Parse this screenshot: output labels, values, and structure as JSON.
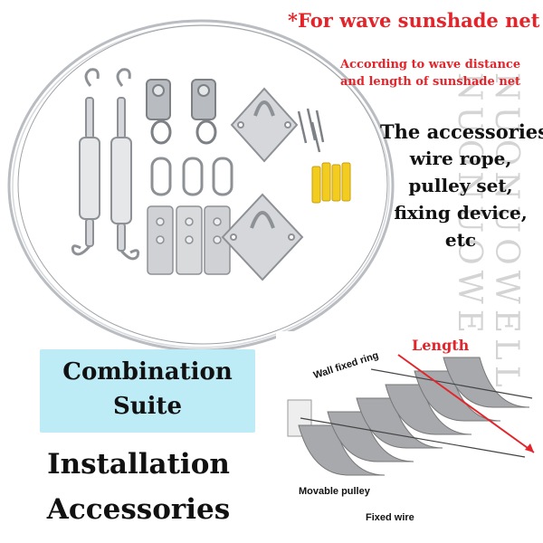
{
  "headline": "*For wave sunshade net",
  "subline": {
    "line1": "According to wave distance",
    "line2": "and length of sunshade net"
  },
  "accessories": {
    "title": "The accessories:",
    "items": [
      "wire rope,",
      "pulley set,",
      "fixing device,",
      "etc"
    ]
  },
  "suite": {
    "line1": "Combination",
    "line2": "Suite"
  },
  "install": {
    "line1": "Installation",
    "line2": "Accessories"
  },
  "diagram": {
    "length": "Length",
    "wall_fixed_ring": "Wall fixed ring",
    "movable_pulley": "Movable pulley",
    "fixed_wire": "Fixed wire"
  },
  "watermark": "NUONUOWELL NUONUOWE",
  "colors": {
    "accent_red": "#e3252b",
    "suite_bg": "#bdebf6",
    "steel": "#c9ccd0",
    "panel": "#a7a9ad"
  }
}
